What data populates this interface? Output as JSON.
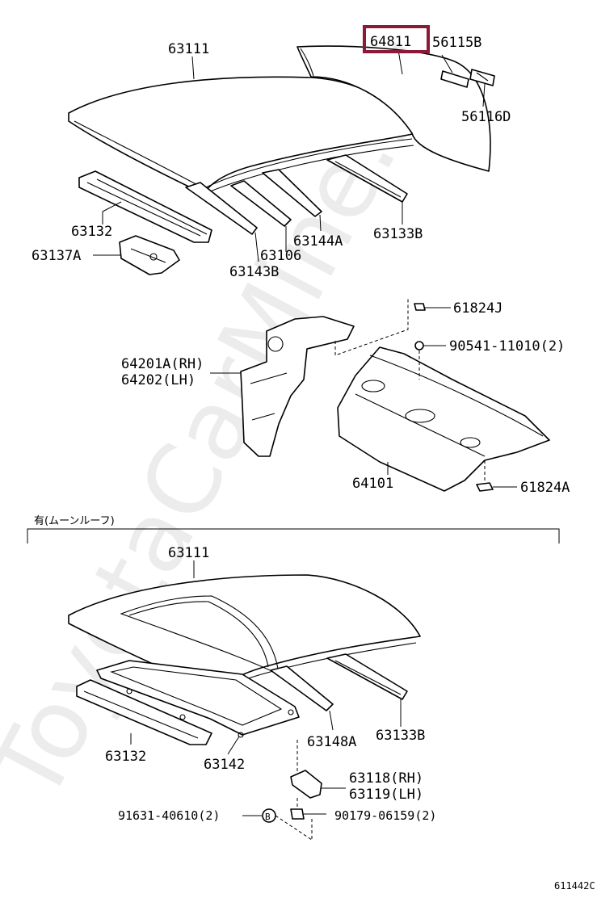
{
  "watermark": "ToyotaCarMine.ru",
  "highlight_color": "#8b1a3a",
  "section_note": "有(ムーンルーフ)",
  "figure_id": "611442C",
  "labels": {
    "p63111_top": "63111",
    "p64811": "64811",
    "p56115B": "56115B",
    "p56116D": "56116D",
    "p63132_top": "63132",
    "p63137A": "63137A",
    "p63106": "63106",
    "p63144A": "63144A",
    "p63133B_top": "63133B",
    "p63143B": "63143B",
    "p61824J": "61824J",
    "p90541": "90541-11010(2)",
    "p64201A": "64201A(RH)",
    "p64202": "64202(LH)",
    "p64101": "64101",
    "p61824A": "61824A",
    "p63111_bot": "63111",
    "p63132_bot": "63132",
    "p63142": "63142",
    "p63148A": "63148A",
    "p63133B_bot": "63133B",
    "p63118": "63118(RH)",
    "p63119": "63119(LH)",
    "p91631": "91631-40610(2)",
    "p90179": "90179-06159(2)",
    "b_marker": "B"
  }
}
